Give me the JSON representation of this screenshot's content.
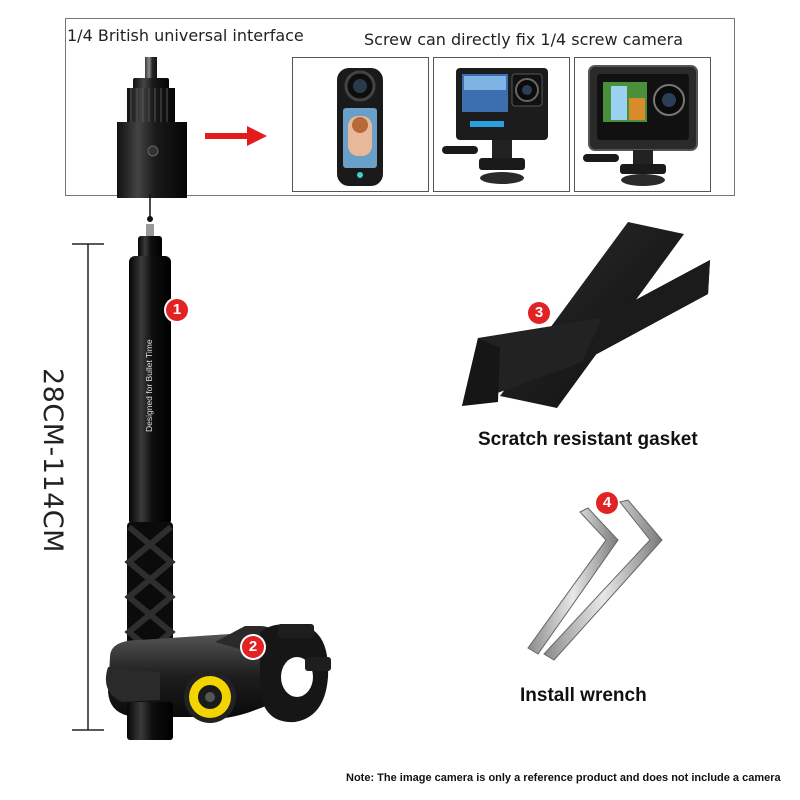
{
  "interface": {
    "label": "1/4 British universal interface",
    "screw_note": "Screw can directly fix 1/4 screw camera"
  },
  "dimension": {
    "label": "28CM-114CM"
  },
  "pole": {
    "text": "Designed for Bullet Time"
  },
  "items": [
    {
      "number": "1"
    },
    {
      "number": "2"
    },
    {
      "number": "3",
      "caption": "Scratch resistant gasket"
    },
    {
      "number": "4",
      "caption": "Install wrench"
    }
  ],
  "note": "Note: The image camera is only a reference product and does not include a camera",
  "colors": {
    "badge": "#e12323",
    "arrow": "#e31b1b",
    "pole": "#111111",
    "accent_yellow": "#f2d400"
  }
}
